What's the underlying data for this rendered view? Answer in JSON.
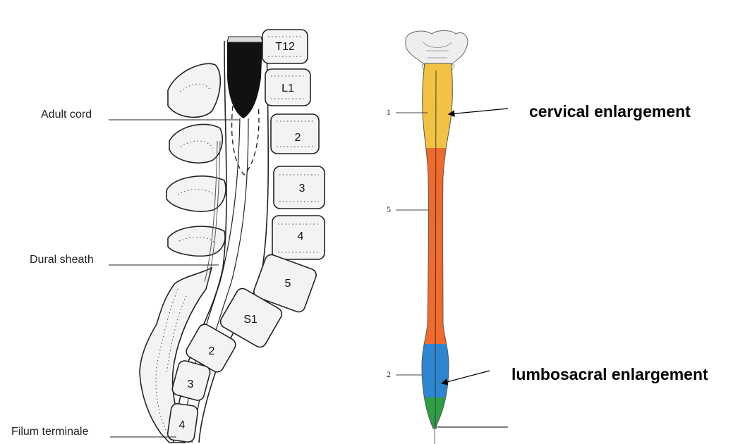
{
  "left_diagram": {
    "labels": {
      "adult_cord": "Adult cord",
      "dural_sheath": "Dural sheath",
      "filum_terminale": "Filum terminale"
    },
    "vertebrae": [
      "T12",
      "L1",
      "2",
      "3",
      "4",
      "5",
      "S1",
      "2",
      "3",
      "4"
    ]
  },
  "right_diagram": {
    "segment_marks": [
      "1",
      "5",
      "2"
    ],
    "labels": {
      "cervical": "cervical enlargement",
      "lumbosacral": "lumbosacral enlargement"
    },
    "colors": {
      "cervical": "#F2C244",
      "thoracic": "#F06A2C",
      "lumbar": "#2E86D1",
      "sacral": "#2E9E45"
    }
  }
}
